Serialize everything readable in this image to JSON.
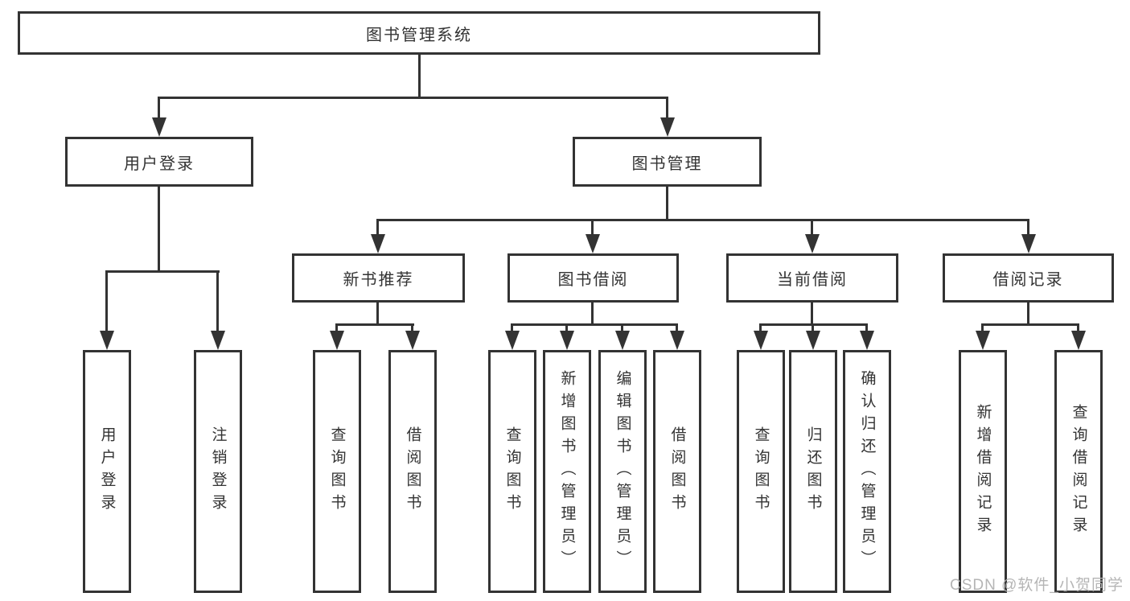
{
  "tree": {
    "root": {
      "label": "图书管理系统",
      "children": [
        {
          "label": "用户登录",
          "children": [
            {
              "label": "用户登录"
            },
            {
              "label": "注销登录"
            }
          ]
        },
        {
          "label": "图书管理",
          "children": [
            {
              "label": "新书推荐",
              "children": [
                {
                  "label": "查询图书"
                },
                {
                  "label": "借阅图书"
                }
              ]
            },
            {
              "label": "图书借阅",
              "children": [
                {
                  "label": "查询图书"
                },
                {
                  "label": "新增图书（管理员）"
                },
                {
                  "label": "编辑图书（管理员）"
                },
                {
                  "label": "借阅图书"
                }
              ]
            },
            {
              "label": "当前借阅",
              "children": [
                {
                  "label": "查询图书"
                },
                {
                  "label": "归还图书"
                },
                {
                  "label": "确认归还（管理员）"
                }
              ]
            },
            {
              "label": "借阅记录",
              "children": [
                {
                  "label": "新增借阅记录"
                },
                {
                  "label": "查询借阅记录"
                }
              ]
            }
          ]
        }
      ]
    }
  },
  "watermark": {
    "text": "CSDN @软件_小贺同学"
  },
  "colors": {
    "box_border": "#333333",
    "connector": "#333333",
    "text": "#333333",
    "watermark_text": "#b1b1b1",
    "background": "#ffffff"
  }
}
